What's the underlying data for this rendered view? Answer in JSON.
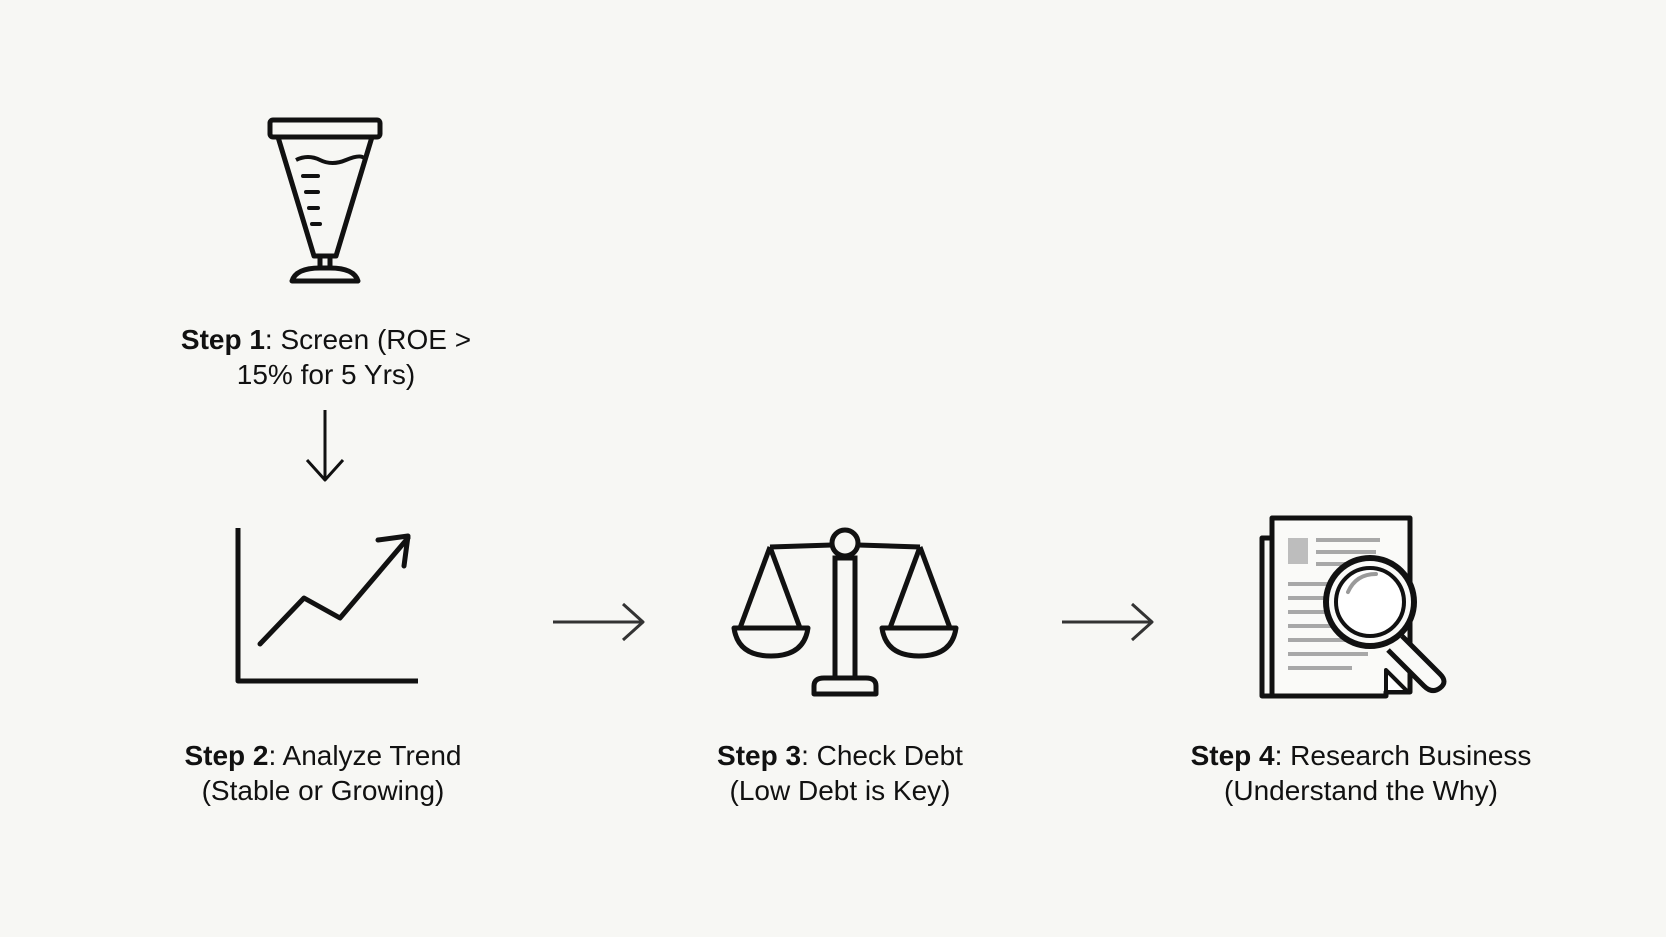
{
  "steps": [
    {
      "step": "Step 1",
      "text_line1": ": Screen (ROE >",
      "text_line2": "15% for 5 Yrs)",
      "icon": "funnel-icon"
    },
    {
      "step": "Step 2",
      "text_line1": ": Analyze Trend",
      "text_line2": "(Stable or Growing)",
      "icon": "trend-chart-icon"
    },
    {
      "step": "Step 3",
      "text_line1": ": Check Debt",
      "text_line2": "(Low Debt is Key)",
      "icon": "balance-scale-icon"
    },
    {
      "step": "Step 4",
      "text_line1": ": Research Business",
      "text_line2": "(Understand the Why)",
      "icon": "document-magnifier-icon"
    }
  ],
  "colors": {
    "background": "#f7f7f4",
    "ink": "#111111",
    "muted": "#9a9a9a"
  }
}
